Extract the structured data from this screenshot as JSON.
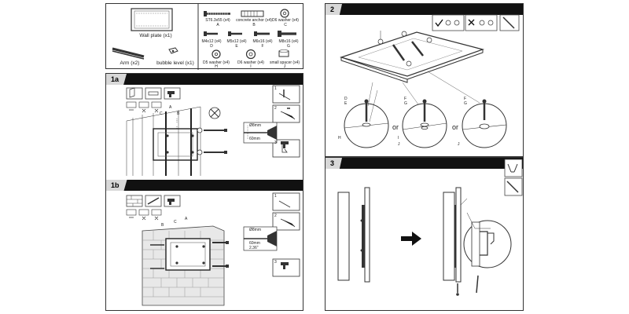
{
  "parts": {
    "wall_plate": "Wall plate  (x1)",
    "arm": "Arm (x2)",
    "bubble_level": "bubble level (x1)",
    "screw_st": "ST6.3x55 (x4)",
    "screw_st_letter": "A",
    "anchor": "concrete anchor (x4)",
    "anchor_letter": "B",
    "d6_washer_top": "D6 washer (x4)",
    "d6_washer_top_letter": "C",
    "m4": "M4x12 (x4)",
    "m4_letter": "D",
    "m5": "M5x12 (x4)",
    "m5_letter": "E",
    "m6": "M6x16 (x4)",
    "m6_letter": "F",
    "m8": "M8x16 (x4)",
    "m8_letter": "G",
    "d5_washer": "D5 washer (x4)",
    "d5_washer_letter": "H",
    "d6_washer_bottom": "D6 washer (x4)",
    "d6_washer_bottom_letter": "I",
    "small_spacer": "small spacer (x4)",
    "small_spacer_letter": "J"
  },
  "steps": {
    "s1a": "1a",
    "s1b": "1b",
    "s2": "2",
    "s3": "3"
  },
  "labels": {
    "a": "A",
    "b": "B",
    "c": "C",
    "de": "D\nE",
    "fg": "F\nG",
    "h": "H",
    "i": "I",
    "j": "J",
    "or": "or",
    "n1": "1",
    "n2": "2",
    "n3": "3"
  },
  "measurements": {
    "drill_8mm": "Ø8mm",
    "depth_60mm": "60mm",
    "depth_2_36": "2.36\""
  },
  "icons": [
    "wall-stud-icon",
    "level-icon",
    "drill-icon",
    "screwdriver-icon",
    "check-icon",
    "cross-icon",
    "bracket-icon"
  ]
}
